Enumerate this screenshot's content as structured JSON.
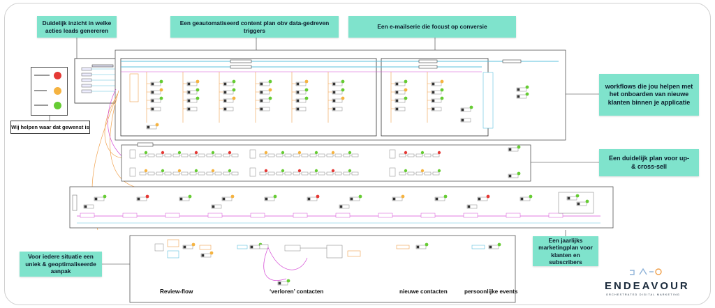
{
  "callouts": {
    "leads": "Duidelijk inzicht in welke acties leads genereren",
    "content": "Een geautomatiseerd content plan obv data-gedreven triggers",
    "email": "Een e-mailserie die focust op conversie",
    "onboarding": "workflows die jou helpen met het onboarden van nieuwe klanten binnen je applicatie",
    "upsell": "Een duidelijk plan voor up- & cross-sell",
    "yearly": "Een jaarlijks marketingplan voor klanten en subscribers",
    "unique": "Voor iedere situatie een uniek & geoptimaliseerde aanpak",
    "help": "Wij helpen waar dat gewenst is"
  },
  "flow_labels": {
    "review": "Review-flow",
    "lost": "‘verloren’ contacten",
    "new_contacts": "nieuwe contacten",
    "personal_events": "persoonlijke events"
  },
  "brand": {
    "name": "ENDEAVOUR",
    "tagline": "ORCHESTRATED DIGITAL MARKETING"
  },
  "colors": {
    "callout_bg": "#7fe3cc",
    "status_red": "#e53935",
    "status_amber": "#f5b341",
    "status_green": "#66cc33",
    "flow_orange": "#f0a04b",
    "flow_magenta": "#d64fd6",
    "flow_teal": "#5bc0de",
    "logo_accent": "#8fb3d9"
  }
}
